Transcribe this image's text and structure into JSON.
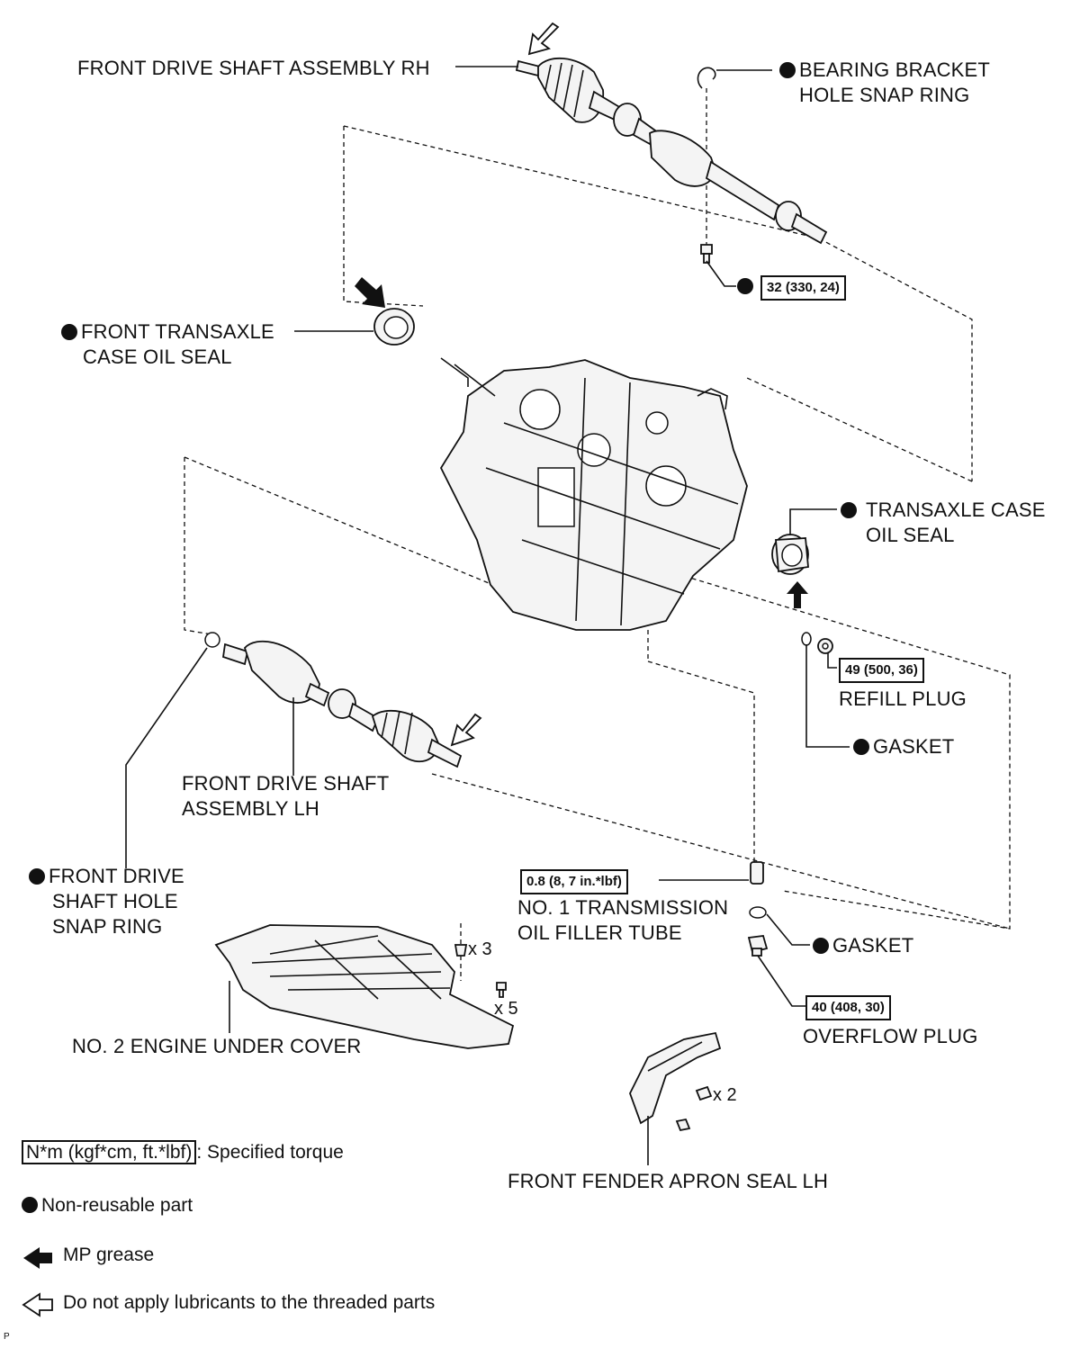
{
  "labels": {
    "shaft_rh": "FRONT DRIVE SHAFT ASSEMBLY RH",
    "bearing_snap_l1": "BEARING BRACKET",
    "bearing_snap_l2": "HOLE SNAP RING",
    "front_oil_seal_l1": "FRONT TRANSAXLE",
    "front_oil_seal_l2": "CASE OIL SEAL",
    "case_oil_seal_l1": "TRANSAXLE CASE",
    "case_oil_seal_l2": "OIL SEAL",
    "refill_plug": "REFILL PLUG",
    "gasket_upper": "GASKET",
    "shaft_lh_l1": "FRONT DRIVE SHAFT",
    "shaft_lh_l2": "ASSEMBLY LH",
    "shaft_snap_l1": "FRONT DRIVE",
    "shaft_snap_l2": "SHAFT HOLE",
    "shaft_snap_l3": "SNAP RING",
    "filler_tube_l1": "NO. 1 TRANSMISSION",
    "filler_tube_l2": "OIL FILLER TUBE",
    "gasket_lower": "GASKET",
    "overflow_plug": "OVERFLOW PLUG",
    "under_cover": "NO. 2 ENGINE UNDER COVER",
    "fender_seal": "FRONT FENDER APRON SEAL LH",
    "qty_x3": "x 3",
    "qty_x5": "x 5",
    "qty_x2": "x 2",
    "corner_mark": "P"
  },
  "torques": {
    "bracket_bolt": "32 (330, 24)",
    "refill_plug": "49 (500, 36)",
    "filler_tube": "0.8 (8, 7 in.*lbf)",
    "overflow_plug": "40 (408, 30)"
  },
  "legend": {
    "torque_unit": "N*m (kgf*cm, ft.*lbf)",
    "torque_desc": ": Specified torque",
    "nonreusable": "Non-reusable part",
    "mp_grease": "MP grease",
    "no_lube": "Do not apply lubricants to the threaded parts"
  },
  "colors": {
    "ink": "#111111",
    "paper": "#ffffff",
    "part_fill": "#f4f4f4"
  }
}
